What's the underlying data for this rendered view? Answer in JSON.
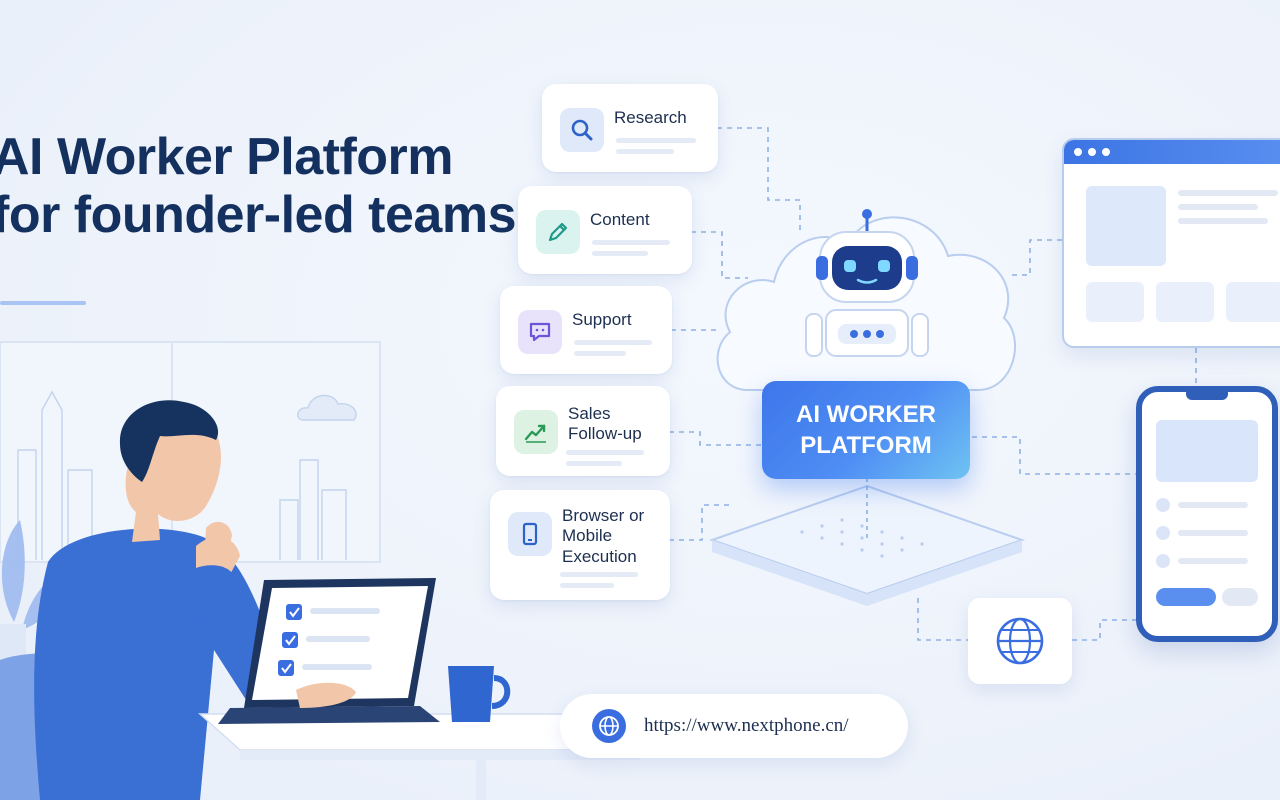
{
  "headline": {
    "line1": "AI Worker Platform",
    "line2": "for founder-led teams"
  },
  "features": [
    {
      "label": "Research",
      "icon": "magnifier-icon"
    },
    {
      "label": "Content",
      "icon": "pencil-icon"
    },
    {
      "label": "Support",
      "icon": "chat-bubble-icon"
    },
    {
      "label": "Sales Follow-up",
      "icon": "trend-chart-icon"
    },
    {
      "label": "Browser or Mobile Execution",
      "icon": "smartphone-icon"
    }
  ],
  "platform": {
    "line1": "AI WORKER",
    "line2": "PLATFORM",
    "icon": "robot-icon"
  },
  "url": "https://www.nextphone.cn/",
  "colors": {
    "primary": "#3d76ea",
    "accent": "#6fc3f2",
    "headline": "#14305e",
    "background": "#eef3fb"
  }
}
